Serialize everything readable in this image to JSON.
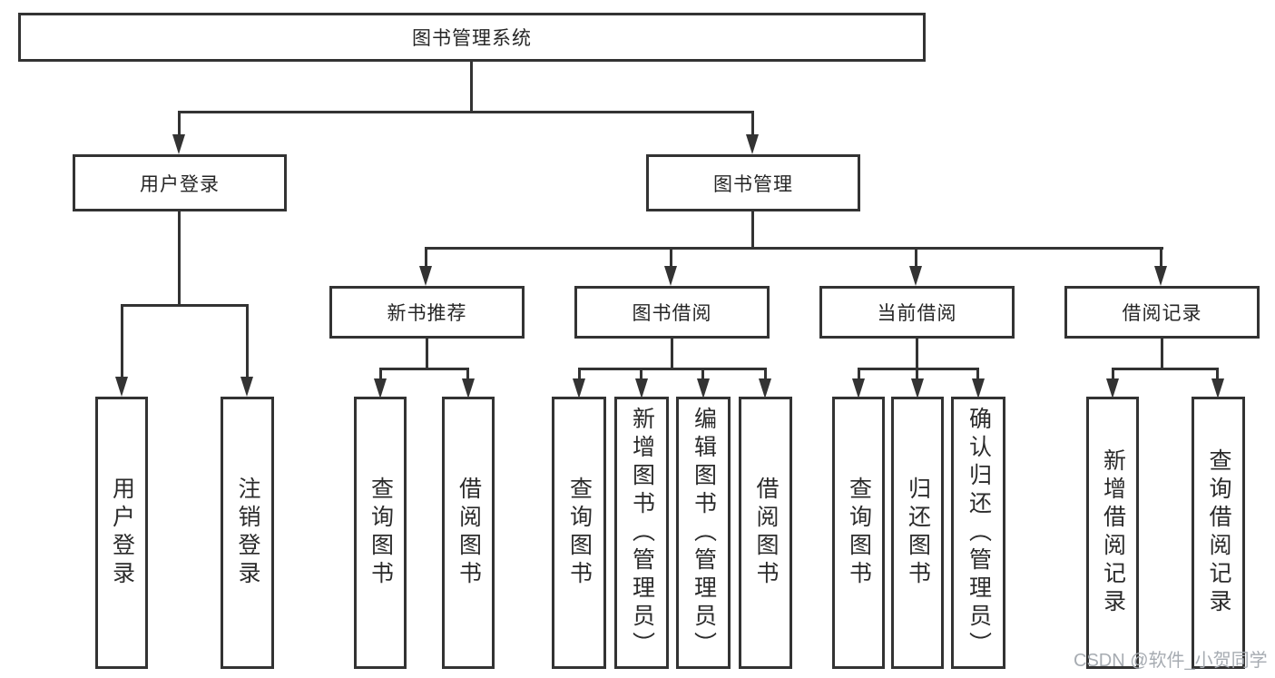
{
  "colors": {
    "line": "#333333",
    "box_border": "#333333",
    "text": "#262626",
    "watermark": "#a7acb2",
    "background": "#ffffff"
  },
  "watermark": {
    "text": "CSDN @软件_小贺同学"
  },
  "diagram": {
    "type": "hierarchy-flowchart",
    "root": {
      "label": "图书管理系统",
      "children": [
        {
          "label": "用户登录",
          "children": [
            {
              "label": "用户登录"
            },
            {
              "label": "注销登录"
            }
          ]
        },
        {
          "label": "图书管理",
          "children": [
            {
              "label": "新书推荐",
              "children": [
                {
                  "label": "查询图书"
                },
                {
                  "label": "借阅图书"
                }
              ]
            },
            {
              "label": "图书借阅",
              "children": [
                {
                  "label": "查询图书"
                },
                {
                  "label": "新增图书（管理员）"
                },
                {
                  "label": "编辑图书（管理员）"
                },
                {
                  "label": "借阅图书"
                }
              ]
            },
            {
              "label": "当前借阅",
              "children": [
                {
                  "label": "查询图书"
                },
                {
                  "label": "归还图书"
                },
                {
                  "label": "确认归还（管理员）"
                }
              ]
            },
            {
              "label": "借阅记录",
              "children": [
                {
                  "label": "新增借阅记录"
                },
                {
                  "label": "查询借阅记录"
                }
              ]
            }
          ]
        }
      ]
    }
  }
}
